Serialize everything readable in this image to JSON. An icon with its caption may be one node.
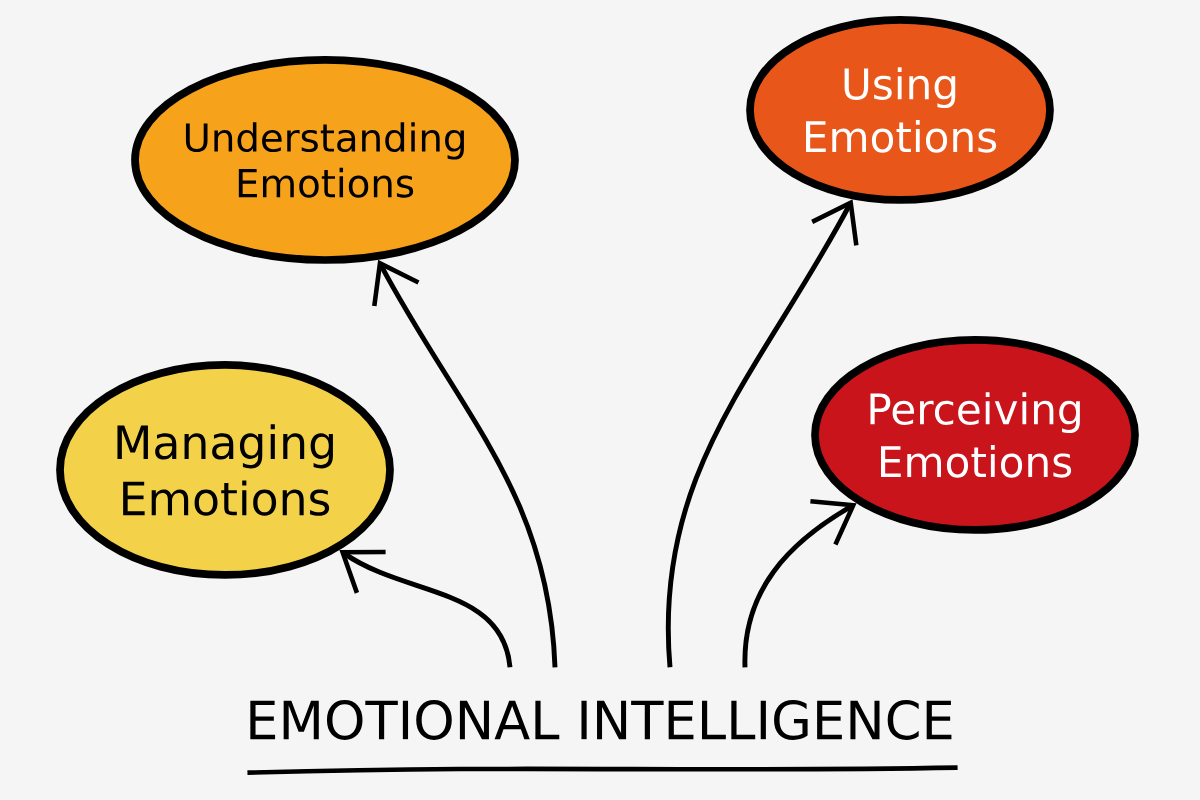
{
  "diagram": {
    "nodes": [
      {
        "text": [
          "Understanding Emotions"
        ]
      },
      {
        "text": [
          "Using Emotions"
        ]
      },
      {
        "text": [
          "Managing Emotions"
        ]
      },
      {
        "text": [
          "Perceiving Emotions"
        ]
      },
      {
        "text": [
          "EMOTIONAL INTELLIGENCE"
        ]
      }
    ],
    "edges": [
      {
        "from": 4,
        "to": 2,
        "arrow": "to"
      },
      {
        "from": 4,
        "to": 0,
        "arrow": "to"
      },
      {
        "from": 4,
        "to": 1,
        "arrow": "to"
      },
      {
        "from": 4,
        "to": 3,
        "arrow": "to"
      }
    ]
  }
}
